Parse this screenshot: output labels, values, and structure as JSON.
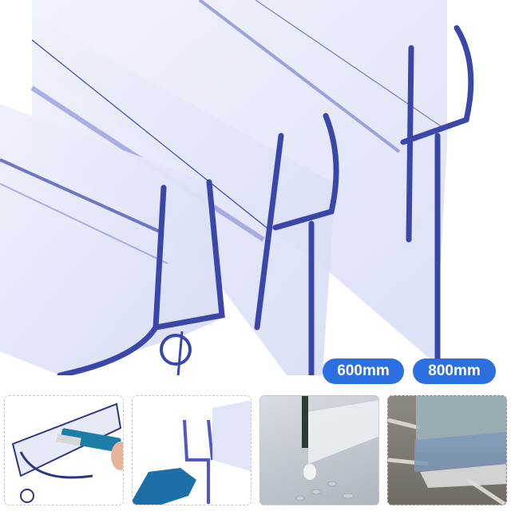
{
  "product": {
    "subject": "shower door seal strip profiles",
    "colors": {
      "profile_outline": "#3b47a8",
      "profile_fill": "#dfe2f7",
      "badge_bg": "#2b6fe0",
      "badge_text": "#ffffff"
    }
  },
  "size_badges": [
    {
      "label": "600mm"
    },
    {
      "label": "800mm"
    }
  ],
  "thumbnails": [
    {
      "name": "cutting-with-knife",
      "description": "seal strip being cut with utility knife"
    },
    {
      "name": "installing-by-hand",
      "description": "hand pushing seal strip onto glass"
    },
    {
      "name": "installed-with-water",
      "description": "installed seal on glass door with water droplets"
    },
    {
      "name": "installed-on-tile-floor",
      "description": "installed seal on frosted glass over tile floor"
    }
  ]
}
